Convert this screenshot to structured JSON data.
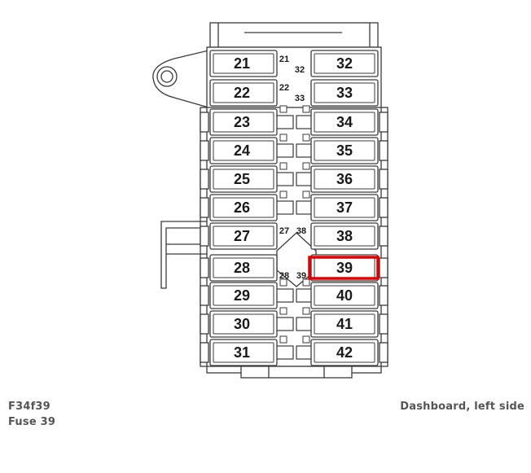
{
  "diagram": {
    "left_fuses": [
      "21",
      "22",
      "23",
      "24",
      "25",
      "26",
      "27",
      "28",
      "29",
      "30",
      "31"
    ],
    "right_fuses": [
      "32",
      "33",
      "34",
      "35",
      "36",
      "37",
      "38",
      "39",
      "40",
      "41",
      "42"
    ],
    "center_labels": {
      "r0a": "21",
      "r0b": "32",
      "r1a": "22",
      "r1b": "33",
      "r6a": "27",
      "r6b": "38",
      "r7a": "28",
      "r7b": "39"
    },
    "highlighted_fuse": "39",
    "highlight_color": "#e00000"
  },
  "caption": {
    "code": "F34f39",
    "fuse": "Fuse 39",
    "location": "Dashboard, left side"
  }
}
